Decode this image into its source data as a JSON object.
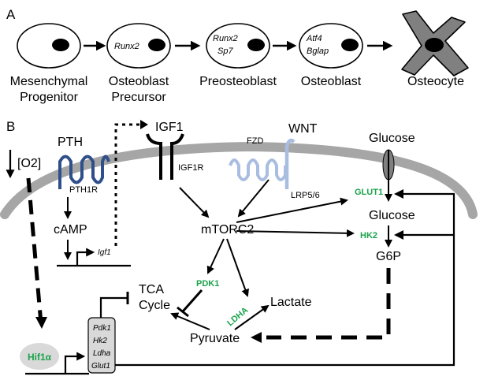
{
  "panel_a": {
    "label": "A",
    "stages": [
      {
        "name_line1": "Mesenchymal",
        "name_line2": "Progenitor",
        "genes": []
      },
      {
        "name_line1": "Osteoblast",
        "name_line2": "Precursor",
        "genes": [
          "Runx2"
        ]
      },
      {
        "name_line1": "Preosteoblast",
        "name_line2": "",
        "genes": [
          "Runx2",
          "Sp7"
        ]
      },
      {
        "name_line1": "Osteoblast",
        "name_line2": "",
        "genes": [
          "Atf4",
          "Bglap"
        ]
      },
      {
        "name_line1": "Osteocyte",
        "name_line2": "",
        "genes": []
      }
    ]
  },
  "panel_b": {
    "label": "B",
    "oxygen": "[O2]",
    "pth": "PTH",
    "pth1r": "PTH1R",
    "camp": "cAMP",
    "igf1_gene": "Igf1",
    "igf1": "IGF1",
    "igf1r": "IGF1R",
    "wnt": "WNT",
    "fzd": "FZD",
    "lrp": "LRP5/6",
    "mtorc2": "mTORC2",
    "glucose_out": "Glucose",
    "glut1": "GLUT1",
    "glucose_in": "Glucose",
    "hk2": "HK2",
    "g6p": "G6P",
    "pdk1": "PDK1",
    "ldha": "LDHA",
    "tca_line1": "TCA",
    "tca_line2": "Cycle",
    "lactate": "Lactate",
    "pyruvate": "Pyruvate",
    "hif1a": "Hif1α",
    "target_genes": [
      "Pdk1",
      "Hk2",
      "Ldha",
      "Glut1"
    ]
  },
  "colors": {
    "membrane": "#a6a6a6",
    "pth1r_receptor": "#2f4f8a",
    "fzd_receptor": "#a9bde0",
    "enzyme_text": "#1aa34a",
    "hif_oval": "#d9d9d9",
    "osteocyte_fill": "#808080"
  }
}
